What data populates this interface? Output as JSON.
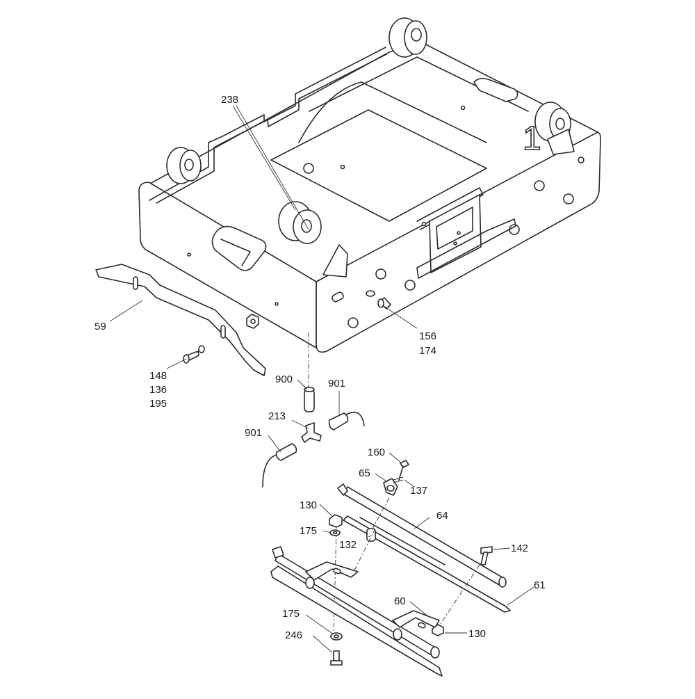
{
  "diagram": {
    "labels": {
      "l238": "238",
      "l59": "59",
      "l156": "156",
      "l174": "174",
      "l148": "148",
      "l136": "136",
      "l195": "195",
      "l900": "900",
      "l901a": "901",
      "l213": "213",
      "l901b": "901",
      "l160": "160",
      "l65": "65",
      "l137": "137",
      "l130a": "130",
      "l64": "64",
      "l175a": "175",
      "l132": "132",
      "l142": "142",
      "l61": "61",
      "l60": "60",
      "l175b": "175",
      "l130b": "130",
      "l246": "246"
    },
    "frame_marking": "1"
  }
}
